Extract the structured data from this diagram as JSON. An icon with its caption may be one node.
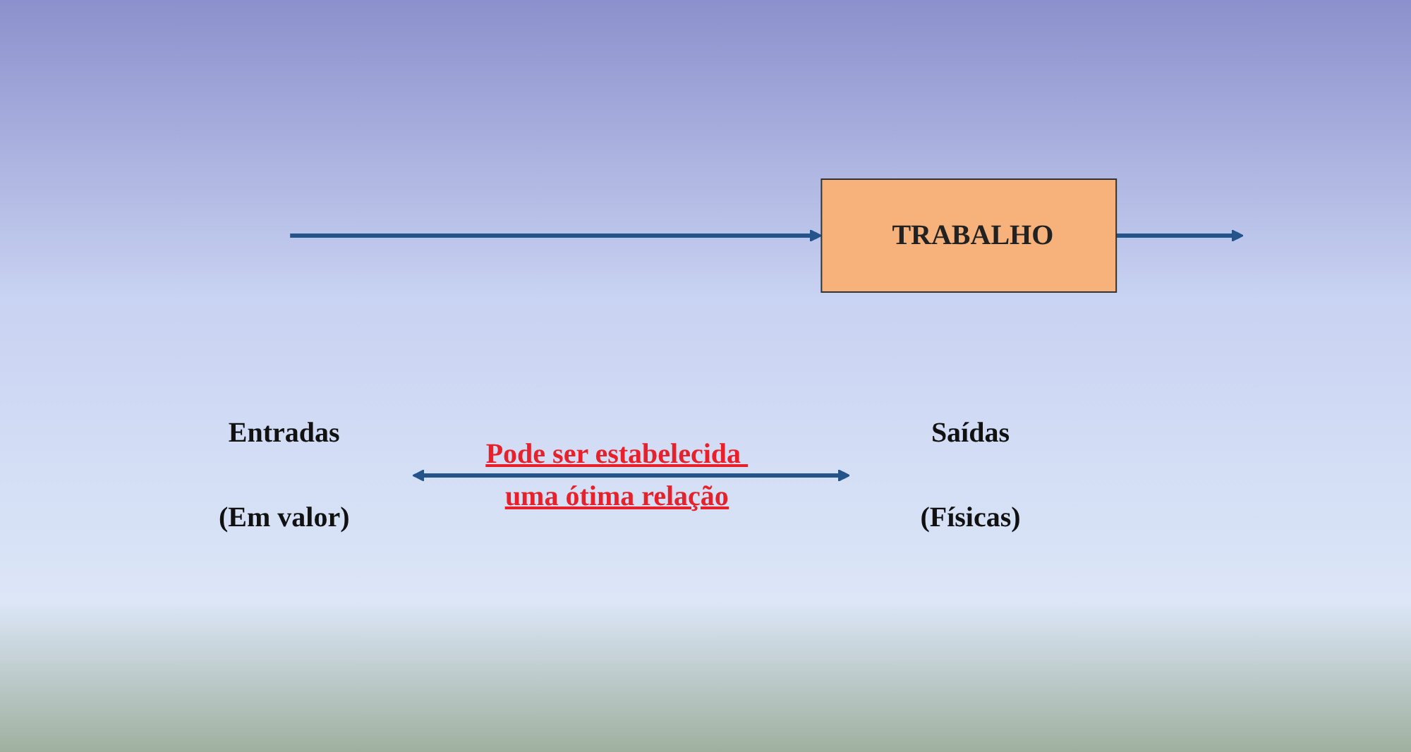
{
  "diagram": {
    "nodes": [
      {
        "text": [
          "Entradas"
        ],
        "beside": [
          "(Em valor)"
        ]
      },
      {
        "text": [
          "TRABALHO"
        ]
      },
      {
        "text": [
          "Saídas"
        ],
        "beside": [
          "(Físicas)"
        ]
      }
    ],
    "edges": [
      {
        "from": null,
        "to": 1,
        "arrow": "to"
      },
      {
        "from": 1,
        "to": null,
        "arrow": "to"
      },
      {
        "from": 0,
        "to": 2,
        "arrow": "both",
        "label": "Pode ser estabelecida uma ótima relação"
      }
    ]
  }
}
